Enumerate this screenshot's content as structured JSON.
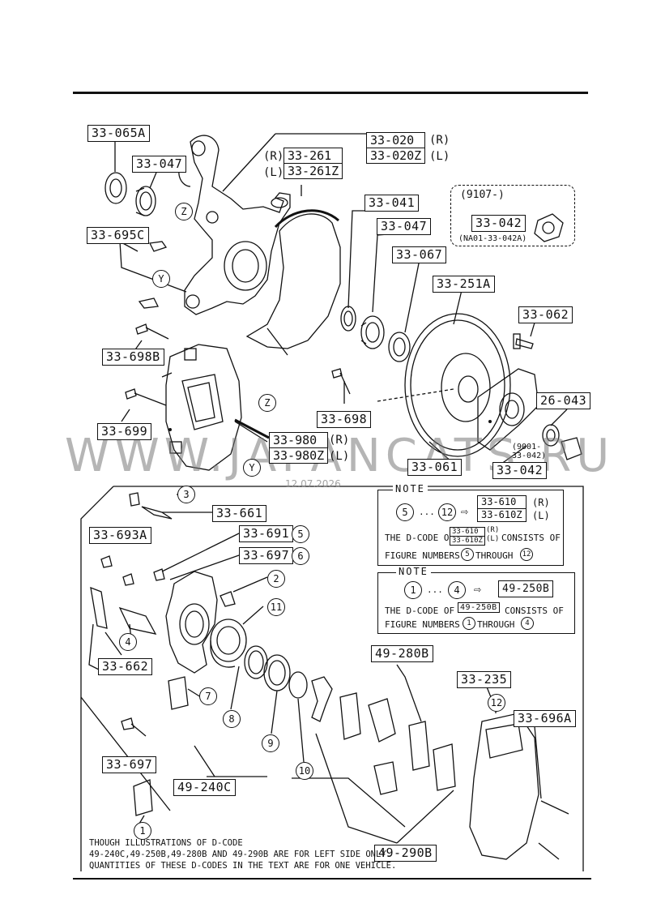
{
  "labels": {
    "p33_065A": "33-065A",
    "p33_047a": "33-047",
    "p33_695C": "33-695C",
    "p33_020": "33-020",
    "p33_020Z": "33-020Z",
    "p33_261": "33-261",
    "p33_261Z": "33-261Z",
    "p33_041": "33-041",
    "p33_047b": "33-047",
    "p33_067": "33-067",
    "p33_042a": "33-042",
    "p33_251A": "33-251A",
    "p33_062": "33-062",
    "p33_698B": "33-698B",
    "p33_699": "33-699",
    "p33_698": "33-698",
    "p26_043": "26-043",
    "p33_980": "33-980",
    "p33_980Z": "33-980Z",
    "p33_061": "33-061",
    "p33_042b": "33-042",
    "p33_661": "33-661",
    "p33_693A": "33-693A",
    "p33_691": "33-691",
    "p33_697a": "33-697",
    "p33_662": "33-662",
    "p49_280B": "49-280B",
    "p33_235": "33-235",
    "p33_696A": "33-696A",
    "p33_697b": "33-697",
    "p49_240C": "49-240C",
    "p49_290B": "49-290B"
  },
  "sides": {
    "r": "(R)",
    "l": "(L)"
  },
  "zone_letters": {
    "z": "Z",
    "y": "Y"
  },
  "small_notes": {
    "date_range": "(9107-)",
    "ref1": "(NA01-33-042A)",
    "ref2_line1": "(9001-",
    "ref2_line2": "33-042)"
  },
  "circle_numbers": {
    "n1": "1",
    "n2": "2",
    "n3": "3",
    "n4": "4",
    "n5": "5",
    "n6": "6",
    "n7": "7",
    "n8": "8",
    "n9": "9",
    "n10": "10",
    "n11": "11",
    "n12": "12"
  },
  "note1": {
    "title": "NOTE",
    "from": "5",
    "to": "12",
    "dots": "...",
    "arrow": "⇨",
    "code_r": "33-610",
    "code_l": "33-610Z",
    "text_a": "THE D-CODE OF",
    "mini_r": "33-610",
    "mini_l": "33-610Z",
    "text_b": "CONSISTS OF",
    "text_c": "FIGURE NUMBERS",
    "text_d": "THROUGH",
    "num_a": "5",
    "num_b": "12"
  },
  "note2": {
    "title": "NOTE",
    "from": "1",
    "to": "4",
    "dots": "...",
    "arrow": "⇨",
    "code": "49-250B",
    "text_a": "THE D-CODE OF",
    "mini_code": "49-250B",
    "text_b": "CONSISTS OF",
    "text_c": "FIGURE NUMBERS",
    "text_d": "THROUGH",
    "num_a": "1",
    "num_b": "4"
  },
  "footer": {
    "line1": "THOUGH ILLUSTRATIONS OF D-CODE",
    "line2": "49-240C,49-250B,49-280B AND 49-290B ARE FOR LEFT SIDE ONLY.",
    "line3": "QUANTITIES OF THESE D-CODES IN THE TEXT ARE FOR ONE VEHICLE."
  },
  "watermark": {
    "text": "WWW.JAPANCATS.RU",
    "date": "12.07.2026"
  }
}
